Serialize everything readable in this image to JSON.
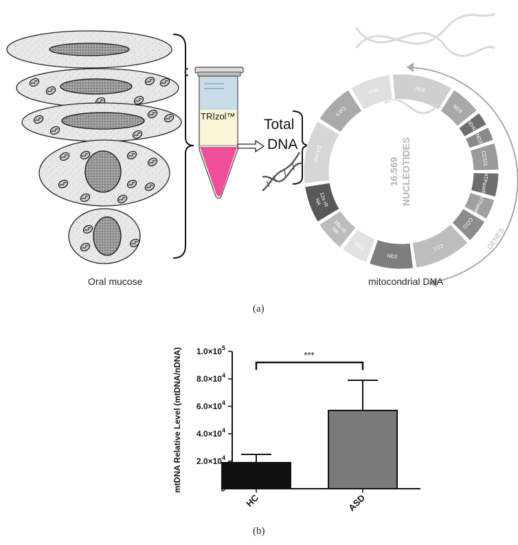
{
  "panel_a": {
    "label": "(a)",
    "left_caption": "Oral mucose",
    "right_caption": "mitocondrial DNA",
    "tube_label": "TRIzol™",
    "total_dna": [
      "Total",
      "DNA"
    ],
    "ring_center": [
      "16.569",
      "NUCLEOTIDES"
    ],
    "genes_label": "GENES",
    "segments": [
      {
        "label": "ND5",
        "fill": "#cfcfcf"
      },
      {
        "label": "ND4",
        "fill": "#a8a8a8"
      },
      {
        "label": "ND4L",
        "fill": "#6e6e6e"
      },
      {
        "label": "ND3",
        "fill": "#8a8a8a"
      },
      {
        "label": "CO111",
        "fill": "#9a9a9a"
      },
      {
        "label": "ATPase6",
        "fill": "#6e6e6e"
      },
      {
        "label": "ATPase8",
        "fill": "#a0a0a0"
      },
      {
        "label": "CO11",
        "fill": "#8c8c8c"
      },
      {
        "label": "CO1",
        "fill": "#bdbdbd"
      },
      {
        "label": "ND2",
        "fill": "#7e7e7e"
      },
      {
        "label": "ND1",
        "fill": "#e2e2e2"
      },
      {
        "label": "16s rR NA",
        "fill": "#bcbcbc"
      },
      {
        "label": "12s rR NA",
        "fill": "#585858"
      },
      {
        "label": "D-Loop",
        "fill": "#d6d6d6"
      },
      {
        "label": "Cyt b",
        "fill": "#aaaaaa"
      },
      {
        "label": "ND6",
        "fill": "#e0e0e0"
      }
    ]
  },
  "panel_b": {
    "label": "(b)",
    "significance": "***",
    "chart_data": {
      "type": "bar",
      "categories": [
        "HC",
        "ASD"
      ],
      "values": [
        19000,
        57000
      ],
      "errors": [
        6000,
        22000
      ],
      "colors": [
        "#111111",
        "#7a7a7a"
      ],
      "ylabel": "mtDNA Relative Level (mtDNA/nDNA)",
      "ylim": [
        0,
        100000
      ],
      "yticks": [
        {
          "v": 0,
          "m": "0",
          "e": ""
        },
        {
          "v": 20000,
          "m": "2.0×10",
          "e": "4"
        },
        {
          "v": 40000,
          "m": "4.0×10",
          "e": "4"
        },
        {
          "v": 60000,
          "m": "6.0×10",
          "e": "4"
        },
        {
          "v": 80000,
          "m": "8.0×10",
          "e": "4"
        },
        {
          "v": 100000,
          "m": "1.0×10",
          "e": "5"
        }
      ]
    }
  }
}
